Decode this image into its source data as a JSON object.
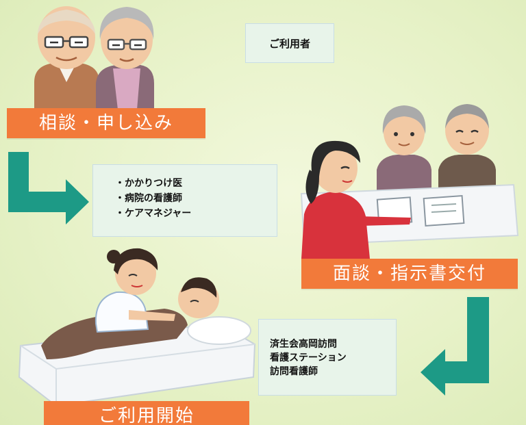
{
  "steps": {
    "top_box": "ご利用者",
    "banner_1": "相談・申し込み",
    "middle_box_lines": [
      "・かかりつけ医",
      "・病院の看護師",
      "・ケアマネジャー"
    ],
    "banner_2": "面談・指示書交付",
    "bottom_box_lines": [
      "済生会高岡訪問",
      "看護ステーション",
      "訪問看護師"
    ],
    "banner_3": "ご利用開始"
  },
  "colors": {
    "banner": "#f27a3a",
    "arrow": "#1d9a86",
    "box_fill": "#e8f4ea",
    "background": "#e7f2c8"
  },
  "illustrations": [
    "elderly-couple",
    "consultation-scene",
    "nurse-care-scene"
  ]
}
